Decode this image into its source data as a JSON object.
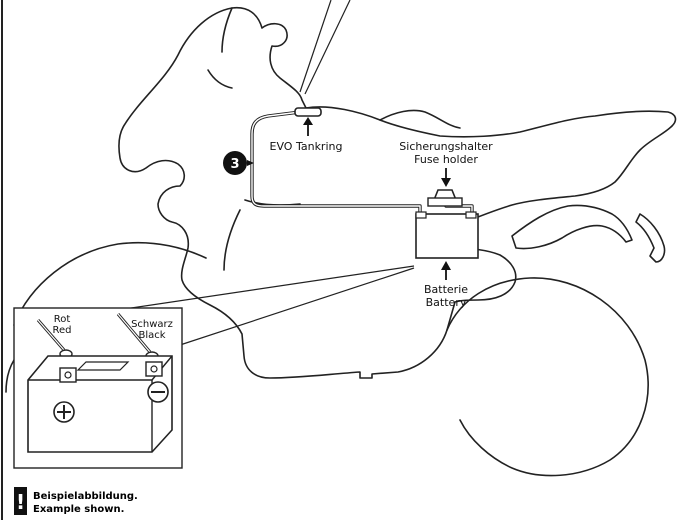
{
  "labels": {
    "tank_ring": "EVO Tankring",
    "fuse_holder_de": "Sicherungshalter",
    "fuse_holder_en": "Fuse holder",
    "battery_de": "Batterie",
    "battery_en": "Battery",
    "red_de": "Rot",
    "red_en": "Red",
    "black_de": "Schwarz",
    "black_en": "Black"
  },
  "step_marker": "3",
  "plus_symbol": "+",
  "minus_symbol": "−",
  "warning": {
    "icon": "!",
    "line1": "Beispielabbildung.",
    "line2": "Example shown."
  },
  "colors": {
    "line": "#222222",
    "marker_fill": "#111111",
    "background": "#ffffff"
  }
}
